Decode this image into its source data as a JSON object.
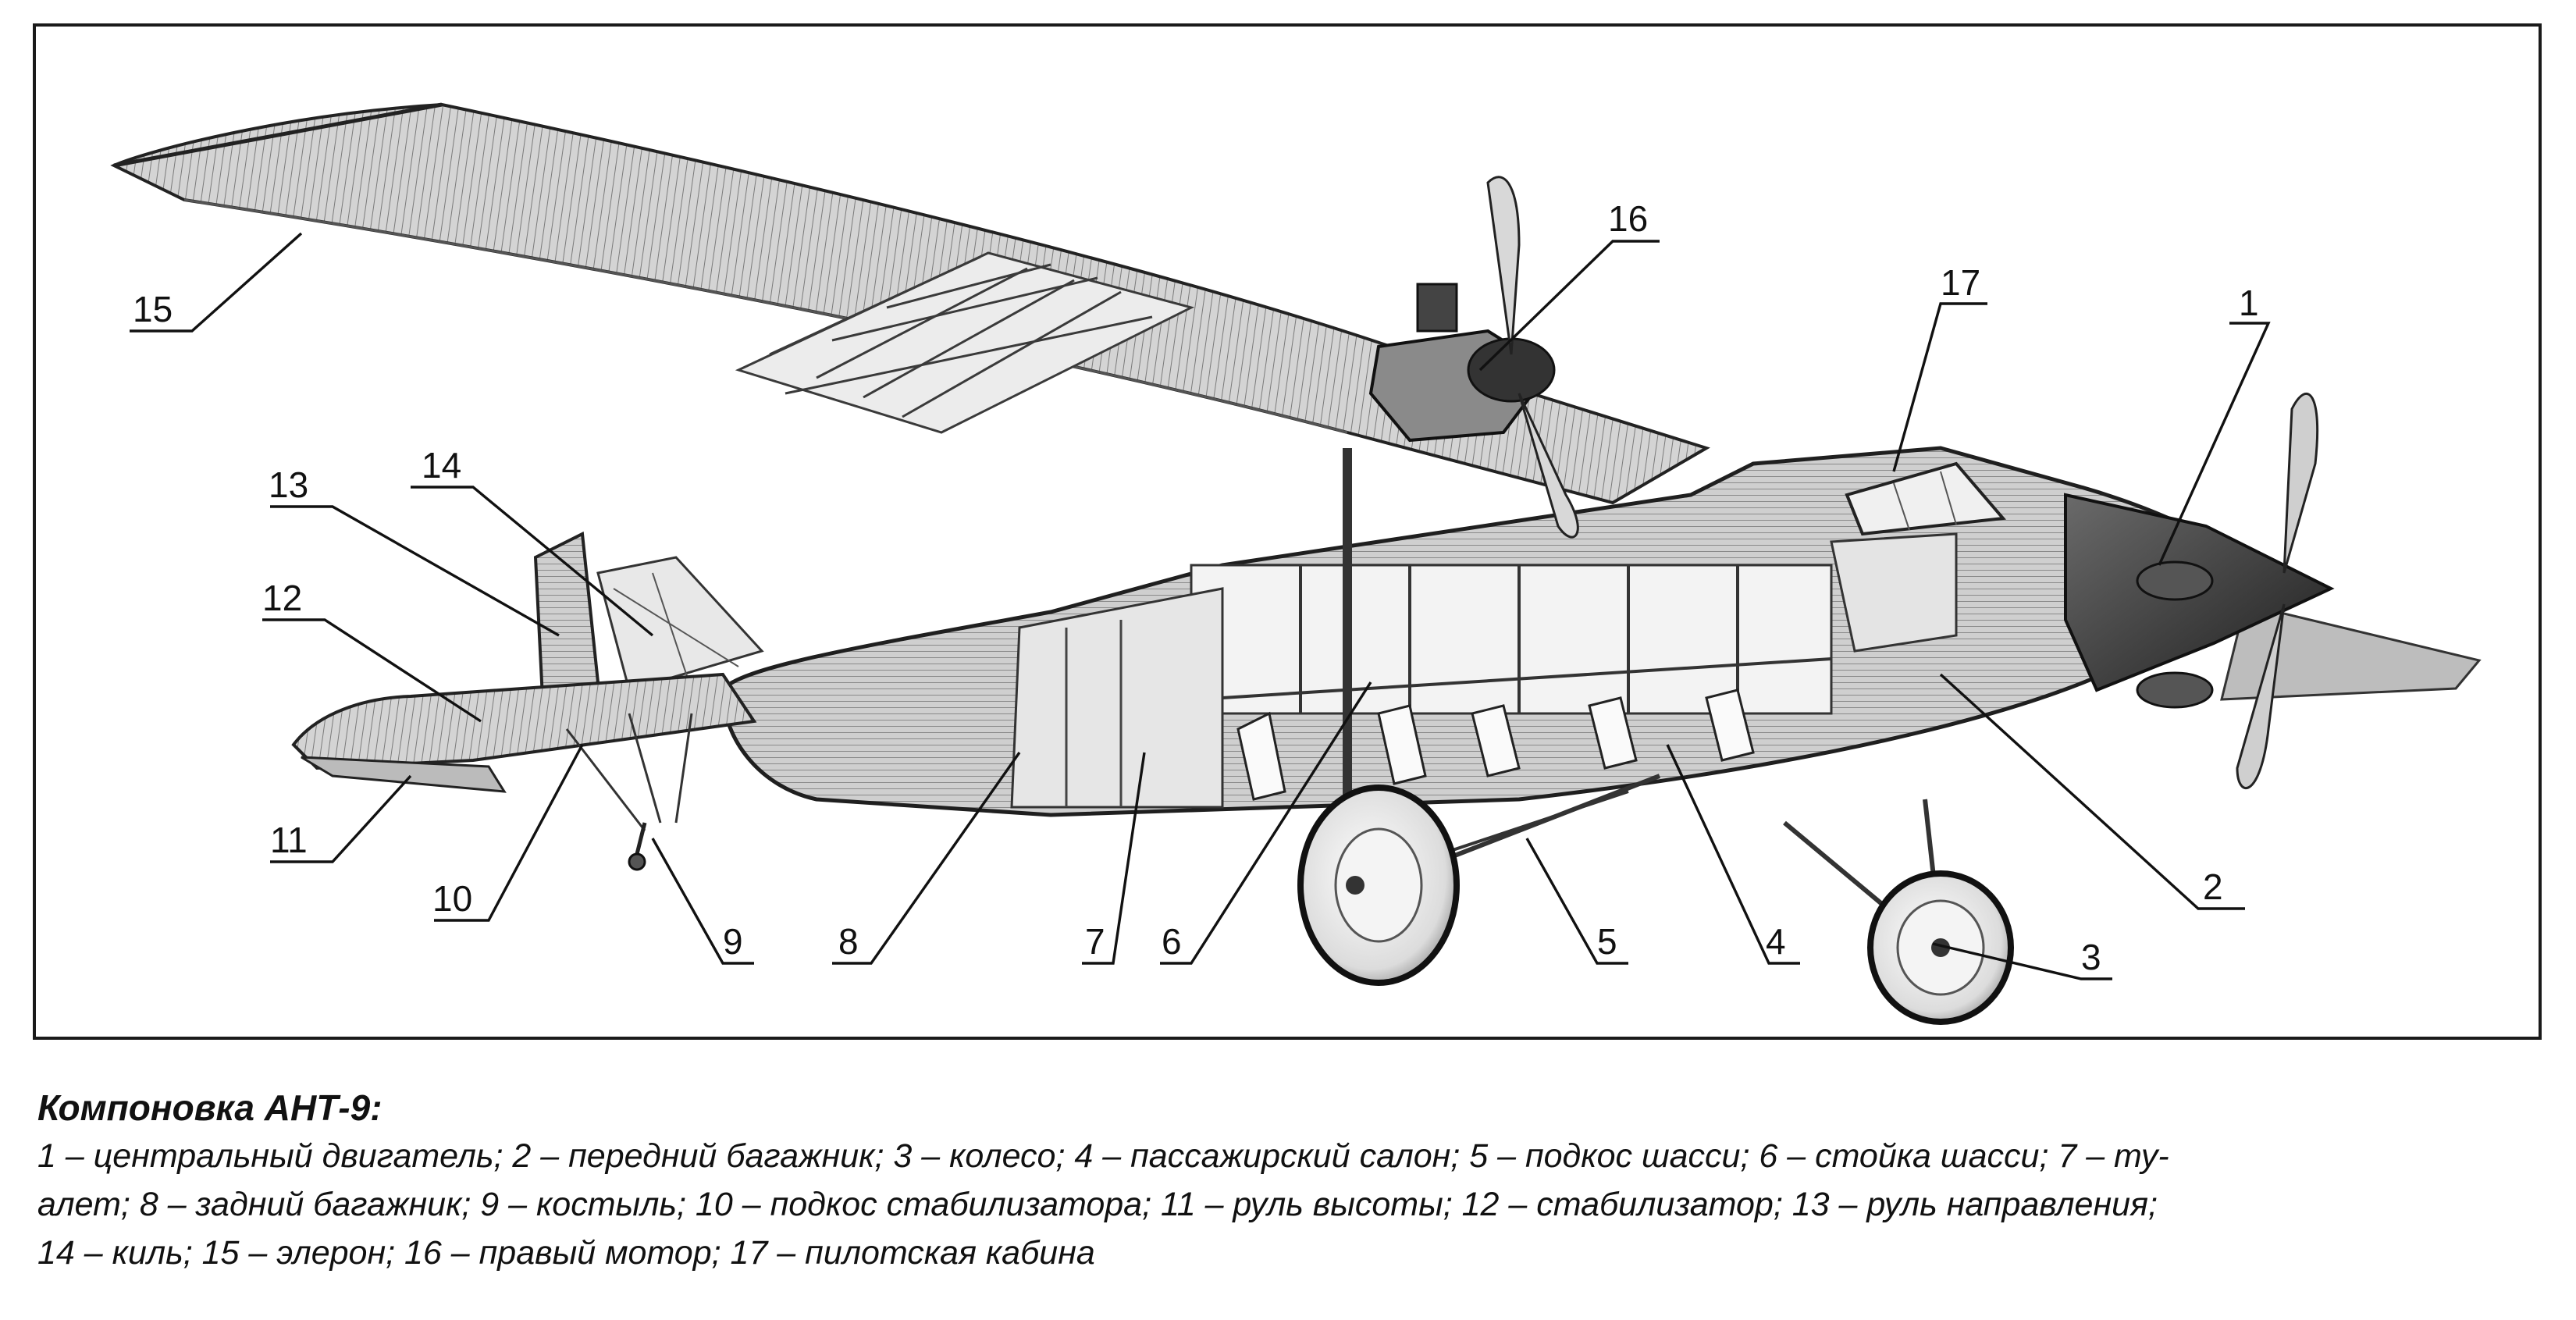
{
  "callouts": [
    {
      "id": 1,
      "label": "1"
    },
    {
      "id": 2,
      "label": "2"
    },
    {
      "id": 3,
      "label": "3"
    },
    {
      "id": 4,
      "label": "4"
    },
    {
      "id": 5,
      "label": "5"
    },
    {
      "id": 6,
      "label": "6"
    },
    {
      "id": 7,
      "label": "7"
    },
    {
      "id": 8,
      "label": "8"
    },
    {
      "id": 9,
      "label": "9"
    },
    {
      "id": 10,
      "label": "10"
    },
    {
      "id": 11,
      "label": "11"
    },
    {
      "id": 12,
      "label": "12"
    },
    {
      "id": 13,
      "label": "13"
    },
    {
      "id": 14,
      "label": "14"
    },
    {
      "id": 15,
      "label": "15"
    },
    {
      "id": 16,
      "label": "16"
    },
    {
      "id": 17,
      "label": "17"
    }
  ],
  "caption": {
    "title": "Компоновка АНТ-9:",
    "lines": [
      "1 – центральный двигатель; 2 – передний багажник; 3 – колесо; 4 – пассажирский салон; 5 – подкос шасси; 6 – стойка шасси; 7 – ту-",
      "алет; 8 – задний багажник; 9 – костыль; 10 – подкос стабилизатора; 11 – руль высоты; 12 – стабилизатор; 13 – руль направления;",
      "14 – киль; 15 – элерон; 16 – правый мотор; 17 – пилотская кабина"
    ]
  }
}
